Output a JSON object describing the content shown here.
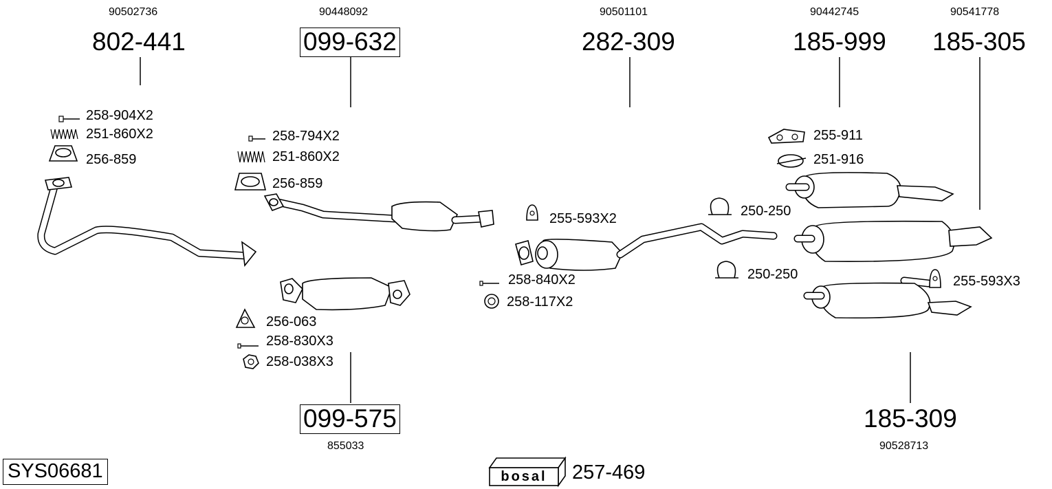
{
  "system_code": "SYS06681",
  "brand": {
    "logo_text": "bosal",
    "part_number": "257-469"
  },
  "main_parts": [
    {
      "part_number": "802-441",
      "oem": "90502736",
      "boxed": false
    },
    {
      "part_number": "099-632",
      "oem": "90448092",
      "boxed": true
    },
    {
      "part_number": "282-309",
      "oem": "90501101",
      "boxed": false
    },
    {
      "part_number": "185-999",
      "oem": "90442745",
      "boxed": false
    },
    {
      "part_number": "185-305",
      "oem": "90541778",
      "boxed": false
    },
    {
      "part_number": "099-575",
      "oem": "855033",
      "boxed": true
    },
    {
      "part_number": "185-309",
      "oem": "90528713",
      "boxed": false
    }
  ],
  "accessories": [
    {
      "label": "258-904X2",
      "icon": "bolt-icon"
    },
    {
      "label": "251-860X2",
      "icon": "spring-icon"
    },
    {
      "label": "256-859",
      "icon": "gasket-ring-icon"
    },
    {
      "label": "258-794X2",
      "icon": "bolt-icon"
    },
    {
      "label": "251-860X2",
      "icon": "spring-icon"
    },
    {
      "label": "256-859",
      "icon": "gasket-ring-icon"
    },
    {
      "label": "256-063",
      "icon": "triangle-gasket-icon"
    },
    {
      "label": "258-830X3",
      "icon": "bolt-icon"
    },
    {
      "label": "258-038X3",
      "icon": "nut-icon"
    },
    {
      "label": "255-593X2",
      "icon": "rubber-mount-icon"
    },
    {
      "label": "258-840X2",
      "icon": "bolt-icon"
    },
    {
      "label": "258-117X2",
      "icon": "ring-icon"
    },
    {
      "label": "250-250",
      "icon": "clamp-icon"
    },
    {
      "label": "250-250",
      "icon": "clamp-icon"
    },
    {
      "label": "255-911",
      "icon": "bracket-icon"
    },
    {
      "label": "251-916",
      "icon": "clamp-icon"
    },
    {
      "label": "255-593X3",
      "icon": "rubber-mount-icon"
    }
  ]
}
